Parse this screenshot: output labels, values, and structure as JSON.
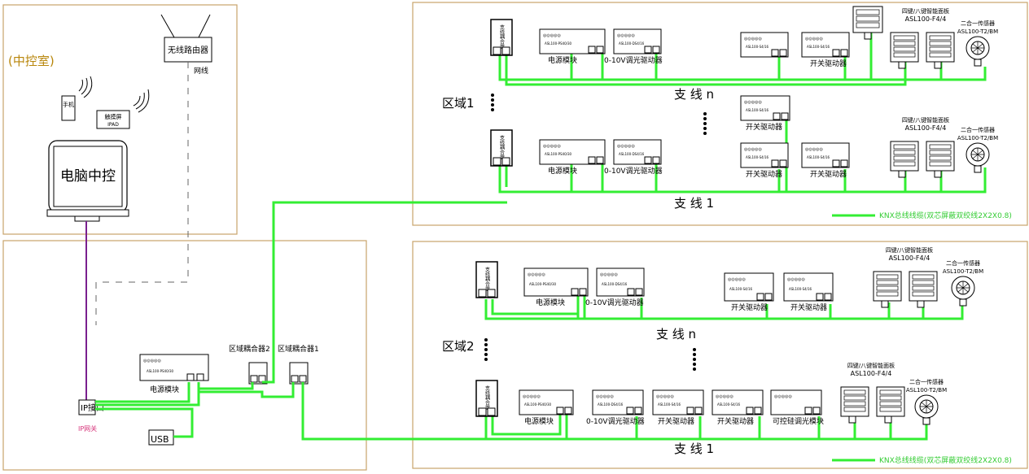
{
  "control_room": {
    "label": "(中控室)",
    "router": "无线路由器",
    "network_label": "网线",
    "phone": "手机",
    "touchscreen": "触摸屏",
    "ipad": "IPAD",
    "pc": "电脑中控"
  },
  "left_panel": {
    "ip_gateway": "IP接口",
    "ip_gateway_caption": "IP网关",
    "usb": "USB",
    "power_module": "电源模块",
    "coupler2": "区域耦合器2",
    "coupler1": "区域耦合器1"
  },
  "zone1": {
    "label": "区域1",
    "line_n": "支 线 n",
    "line_1": "支 线 1",
    "bus_legend": "KNX总线线缆(双芯屏蔽双绞线2X2X0.8)"
  },
  "zone2": {
    "label": "区域2",
    "line_n": "支 线 n",
    "line_1": "支 线 1",
    "bus_legend": "KNX总线线缆(双芯屏蔽双绞线2X2X0.8)"
  },
  "devices": {
    "line_coupler": "支线耦合器",
    "power_module": "电源模块",
    "dimmer": "0-10V调光驱动器",
    "switch": "开关驱动器",
    "panel_title": "四键/八键智能面板",
    "panel_model": "ASL100-F4/4",
    "sensor_title": "二合一传感器",
    "sensor_model": "ASL100-T2/BM",
    "dali": "可控硅调光模块",
    "power_model": "ASL100-PS40/30",
    "dimmer_model": "ASL100-DS4/16",
    "switch_model": "ASL100-S4/16"
  },
  "colors": {
    "bus": "#33ee33",
    "frame": "#c8a36a",
    "ip_line": "#7a1f8e",
    "dashed": "#666666"
  }
}
